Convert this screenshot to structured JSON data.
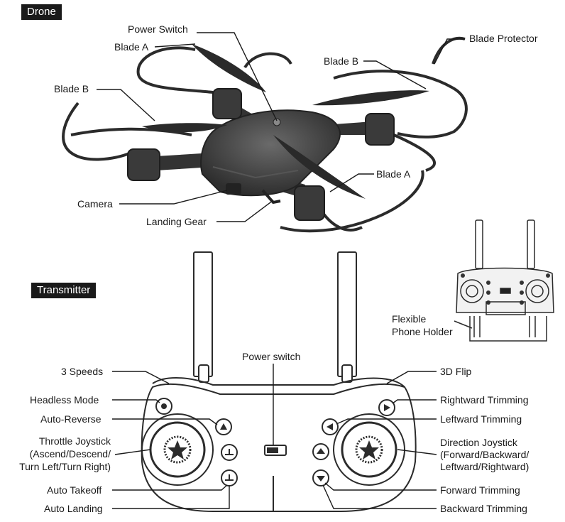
{
  "sections": {
    "drone": "Drone",
    "transmitter": "Transmitter"
  },
  "drone_labels": {
    "power_switch": "Power Switch",
    "blade_a_top": "Blade A",
    "blade_b_right": "Blade B",
    "blade_protector": "Blade Protector",
    "blade_b_left": "Blade B",
    "blade_a_bottom": "Blade A",
    "camera": "Camera",
    "landing_gear": "Landing Gear"
  },
  "inset_labels": {
    "phone_holder": "Flexible\nPhone Holder"
  },
  "transmitter_labels": {
    "power_switch": "Power switch",
    "three_speeds": "3 Speeds",
    "headless_mode": "Headless Mode",
    "auto_reverse": "Auto-Reverse",
    "throttle_joystick": "Throttle Joystick\n(Ascend/Descend/\nTurn Left/Turn Right)",
    "auto_takeoff": "Auto Takeoff",
    "auto_landing": "Auto Landing",
    "three_d_flip": "3D Flip",
    "rightward_trimming": "Rightward Trimming",
    "leftward_trimming": "Leftward Trimming",
    "direction_joystick": "Direction Joystick\n(Forward/Backward/\nLeftward/Rightward)",
    "forward_trimming": "Forward Trimming",
    "backward_trimming": "Backward Trimming"
  }
}
